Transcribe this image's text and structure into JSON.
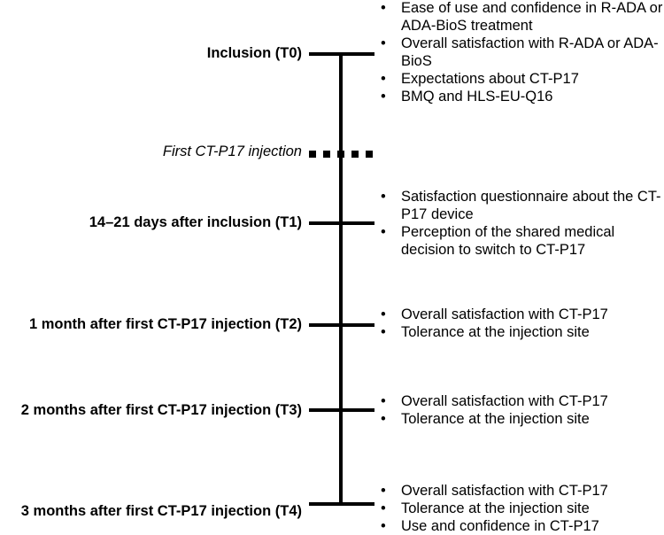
{
  "timepoints": [
    {
      "label": "Inclusion (T0)",
      "items": [
        "Ease of use and confidence in R-ADA or ADA-BioS treatment",
        "Overall satisfaction with R-ADA or ADA-BioS",
        "Expectations about CT-P17",
        "BMQ and HLS-EU-Q16"
      ]
    },
    {
      "label": "14–21 days after inclusion (T1)",
      "items": [
        "Satisfaction questionnaire about the CT-P17 device",
        "Perception of the shared medical decision to switch to CT-P17"
      ]
    },
    {
      "label": "1 month after first CT-P17 injection (T2)",
      "items": [
        "Overall satisfaction with CT-P17",
        "Tolerance at the injection site"
      ]
    },
    {
      "label": "2 months after first CT-P17 injection (T3)",
      "items": [
        "Overall satisfaction with CT-P17",
        "Tolerance at the injection site"
      ]
    },
    {
      "label": "3 months after first CT-P17 injection (T4)",
      "items": [
        "Overall satisfaction with CT-P17",
        "Tolerance at the injection site",
        "Use and confidence in CT-P17"
      ]
    }
  ],
  "injection_event": {
    "label": "First CT-P17 injection"
  }
}
